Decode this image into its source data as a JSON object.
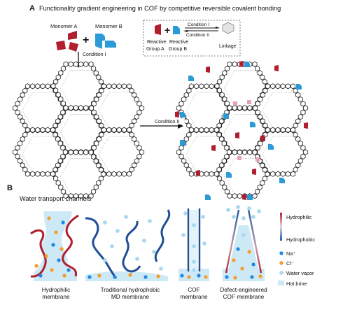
{
  "panel_a": {
    "letter": "A",
    "title": "Functionality gradient engineering in COF by competitive reversible covalent bonding",
    "monomer_a": "Monomer A",
    "monomer_b": "Monomer B",
    "plus": "+",
    "condition_1": "Condition I",
    "condition_2": "Condition II",
    "legend": {
      "reactive_a_line1": "Reactive",
      "reactive_a_line2": "Group A",
      "reactive_b_line1": "Reactive",
      "reactive_b_line2": "Group B",
      "condition_1": "Condition I",
      "condition_2": "Condition II",
      "linkage": "Linkage"
    }
  },
  "panel_b": {
    "letter": "B",
    "title": "Water transport channels",
    "membranes": [
      {
        "line1": "Hydrophilic",
        "line2": "membrane"
      },
      {
        "line1": "Traditional hydrophobic",
        "line2": "MD membrane"
      },
      {
        "line1": "COF",
        "line2": "membrane"
      },
      {
        "line1": "Defect-engineered",
        "line2": "COF membrane"
      }
    ],
    "legend": {
      "hydrophilic": "Hydrophilic",
      "hydrophobic": "Hydrophobic",
      "na": "Na⁺",
      "cl": "Cl⁻",
      "water_vapor": "Water vapor",
      "hot_brine": "Hot brine"
    }
  },
  "colors": {
    "red": "#b01f2e",
    "blue": "#1f5aa6",
    "brine": "#cde9f6",
    "vapor": "#a9d9f0",
    "na": "#1e88e5",
    "cl": "#f39c2b"
  }
}
